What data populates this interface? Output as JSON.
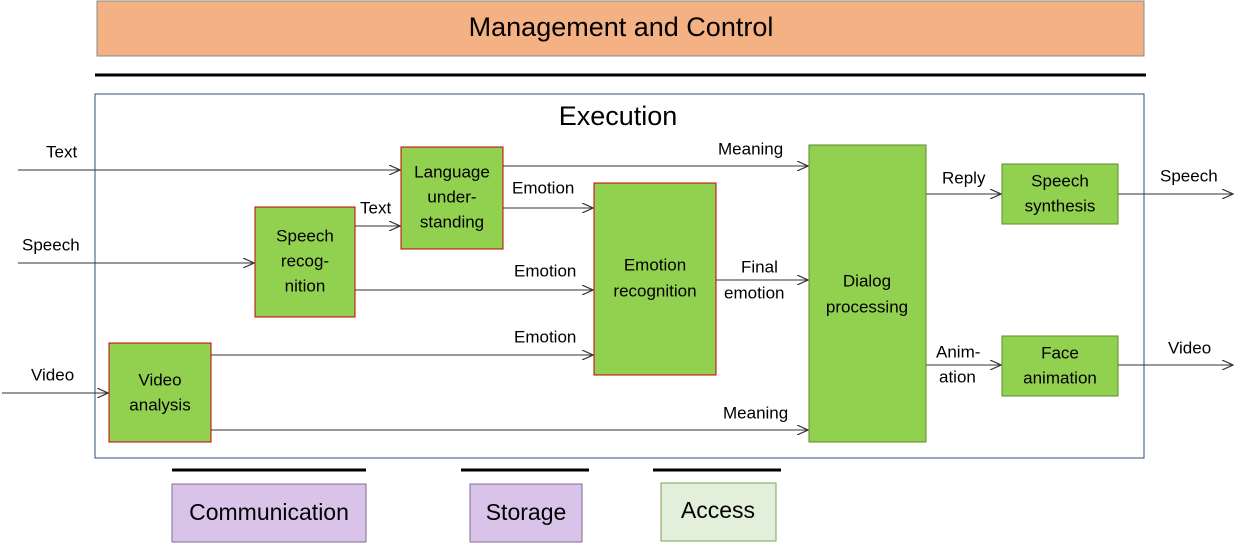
{
  "header": {
    "title": "Management and Control"
  },
  "execution": {
    "title": "Execution"
  },
  "inputs": {
    "text": "Text",
    "speech": "Speech",
    "video": "Video"
  },
  "modules": {
    "language_understanding": [
      "Language",
      "under-",
      "standing"
    ],
    "speech_recognition": [
      "Speech",
      "recog-",
      "nition"
    ],
    "video_analysis": [
      "Video",
      "analysis"
    ],
    "emotion_recognition": [
      "Emotion",
      "recognition"
    ],
    "dialog_processing": [
      "Dialog",
      "processing"
    ],
    "speech_synthesis": [
      "Speech",
      "synthesis"
    ],
    "face_animation": [
      "Face",
      "animation"
    ]
  },
  "edges": {
    "meaning_top": "Meaning",
    "emotion_lu": "Emotion",
    "text_sr": "Text",
    "emotion_sr": "Emotion",
    "emotion_va": "Emotion",
    "meaning_bottom": "Meaning",
    "final_emotion": [
      "Final",
      "emotion"
    ],
    "reply": "Reply",
    "animation": [
      "Anim-",
      "ation"
    ]
  },
  "outputs": {
    "speech": "Speech",
    "video": "Video"
  },
  "footer": {
    "communication": "Communication",
    "storage": "Storage",
    "access": "Access"
  },
  "colors": {
    "header_fill": "#f4b183",
    "module_fill": "#92d050",
    "module_stroke": "#c00000",
    "purple_fill": "#d9c3e9",
    "access_fill": "#e2efda",
    "exec_stroke": "#2f4f7f"
  }
}
